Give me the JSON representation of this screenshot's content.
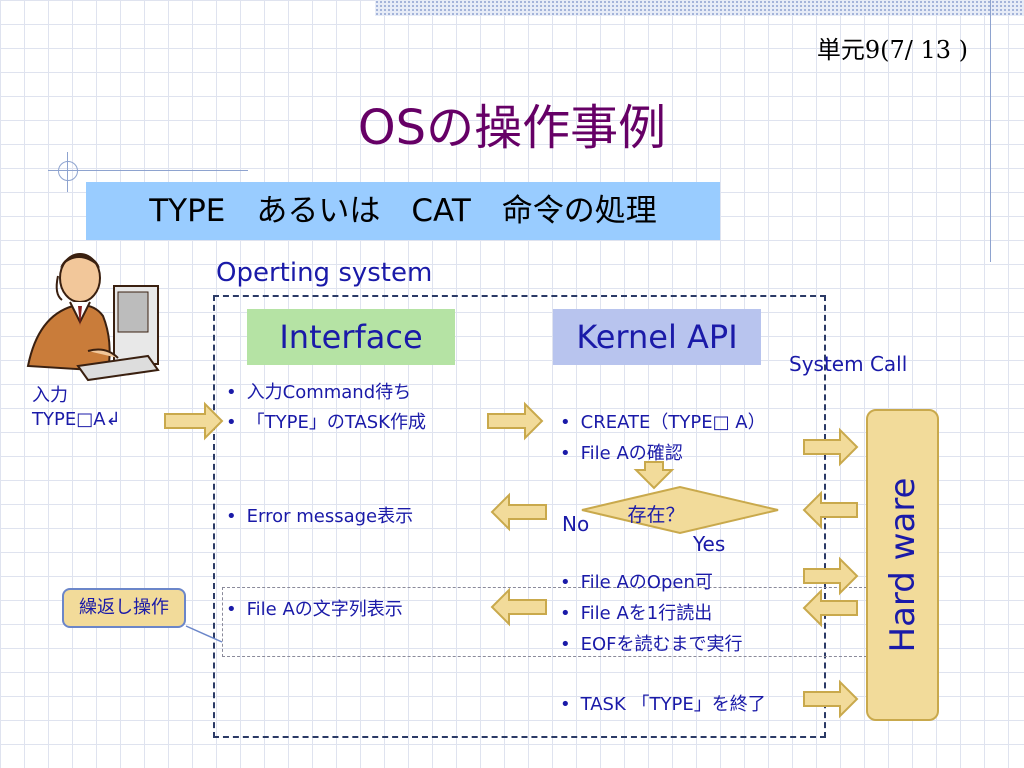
{
  "page_number": "単元9(7/ 13 )",
  "title": "OSの操作事例",
  "banner": "TYPE　あるいは　CAT　命令の処理",
  "os_label": "Operting system",
  "interface_label": "Interface",
  "kernel_label": "Kernel API",
  "system_call_label": "System Call",
  "input_label": {
    "line1": "入力",
    "line2": "TYPE□A↲"
  },
  "interface_items": {
    "item1": "入力Command待ち",
    "item2": "「TYPE」のTASK作成",
    "item3": "Error message表示",
    "item4": "File Aの文字列表示"
  },
  "kernel_items": {
    "item1": "CREATE（TYPE□ A）",
    "item2": "File Aの確認",
    "item3": "File AのOpen可",
    "item4": "File Aを1行読出",
    "item5": "EOFを読むまで実行",
    "item6": "TASK 「TYPE」を終了"
  },
  "decision": {
    "question": "存在？",
    "no": "No",
    "yes": "Yes"
  },
  "hardware_label": "Hard ware",
  "callout_label": "繰返し操作",
  "bullet": "•",
  "colors": {
    "title": "#660066",
    "text": "#1a1aa8",
    "banner": "#99ccff",
    "interface_bg": "#b5e3a4",
    "kernel_bg": "#b8c4ee",
    "arrow_fill": "#f2db9a",
    "arrow_stroke": "#c9a94c"
  }
}
